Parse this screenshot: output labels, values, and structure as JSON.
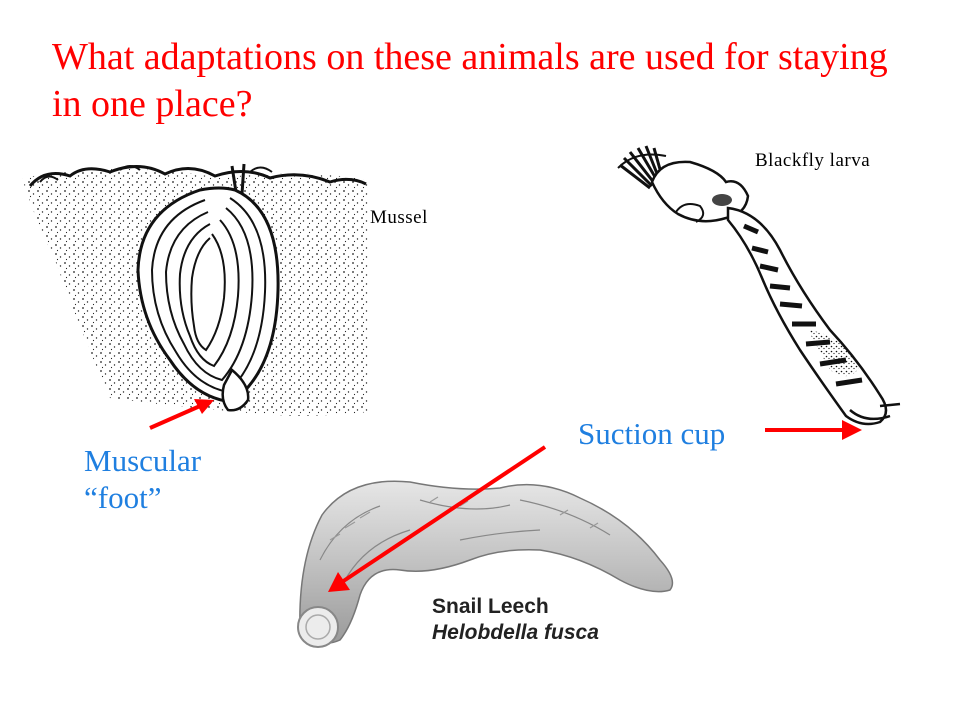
{
  "title": "What adaptations on these animals are used for staying in one place?",
  "labels": {
    "mussel": "Mussel",
    "blackfly": "Blackfly larva",
    "muscular_line1": "Muscular",
    "muscular_line2": "“foot”",
    "suction": "Suction cup"
  },
  "leech_caption": {
    "common_name": "Snail Leech",
    "scientific_name": "Helobdella fusca"
  },
  "colors": {
    "title": "#ff0000",
    "label_blue": "#1f7fe0",
    "arrow": "#ff0000"
  }
}
